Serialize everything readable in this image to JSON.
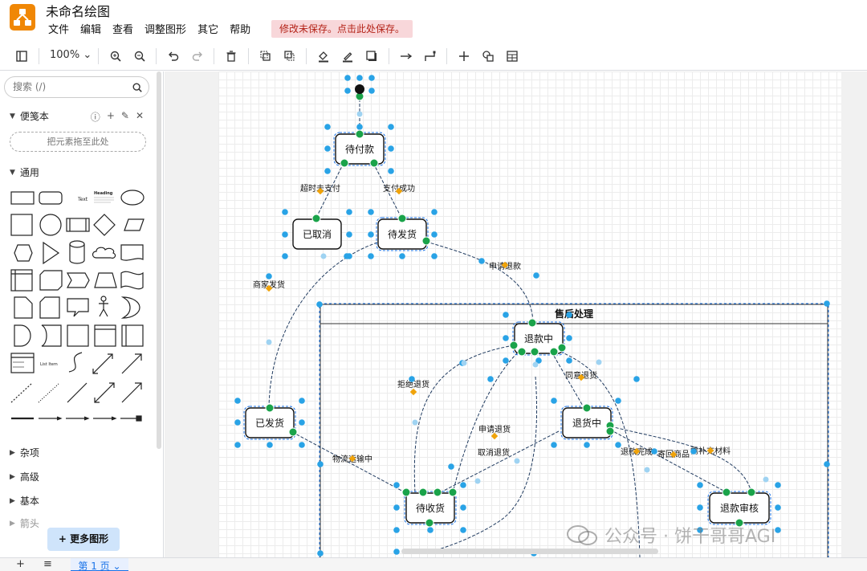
{
  "app": {
    "title": "未命名绘图",
    "unsaved_notice": "修改未保存。点击此处保存。",
    "menu": [
      "文件",
      "编辑",
      "查看",
      "调整图形",
      "其它",
      "帮助"
    ]
  },
  "toolbar": {
    "zoom": "100%",
    "zoom_caret": "⌄"
  },
  "sidebar": {
    "search_placeholder": "搜索 (/)",
    "scratchpad_title": "便笺本",
    "drop_hint": "把元素拖至此处",
    "general_title": "通用",
    "shape_text": "Text",
    "shape_heading": "Heading",
    "shape_listitem": "List Item",
    "sections": [
      "杂项",
      "高级",
      "基本",
      "箭头"
    ],
    "more_shapes": "+ 更多图形"
  },
  "diagram": {
    "nodes": {
      "pending_payment": "待付款",
      "cancelled": "已取消",
      "pending_ship": "待发货",
      "shipped": "已发货",
      "refunding": "退款中",
      "returning": "退货中",
      "pending_receive": "待收货",
      "refund_review": "退款审核"
    },
    "container_title": "售后处理",
    "edge_labels": {
      "timeout": "超时未支付",
      "paid": "支付成功",
      "apply_refund": "申请退款",
      "merchant_ship": "商家发货",
      "reject_return": "拒绝退货",
      "agree_return": "同意退货",
      "apply_return": "申请退货",
      "cancel_return": "取消退货",
      "in_transit": "物流运输中",
      "refund_done": "退款完成",
      "send_back": "寄回商品",
      "supplement": "需补充材料"
    }
  },
  "bottom": {
    "page_tab": "第 1 页"
  },
  "watermark": "公众号 · 饼干哥哥AGI",
  "colors": {
    "accent": "#1a73e8",
    "handle": "#29a3e6",
    "connector": "#1aa34a",
    "label_anchor": "#f0a30a",
    "logo": "#f08705"
  }
}
